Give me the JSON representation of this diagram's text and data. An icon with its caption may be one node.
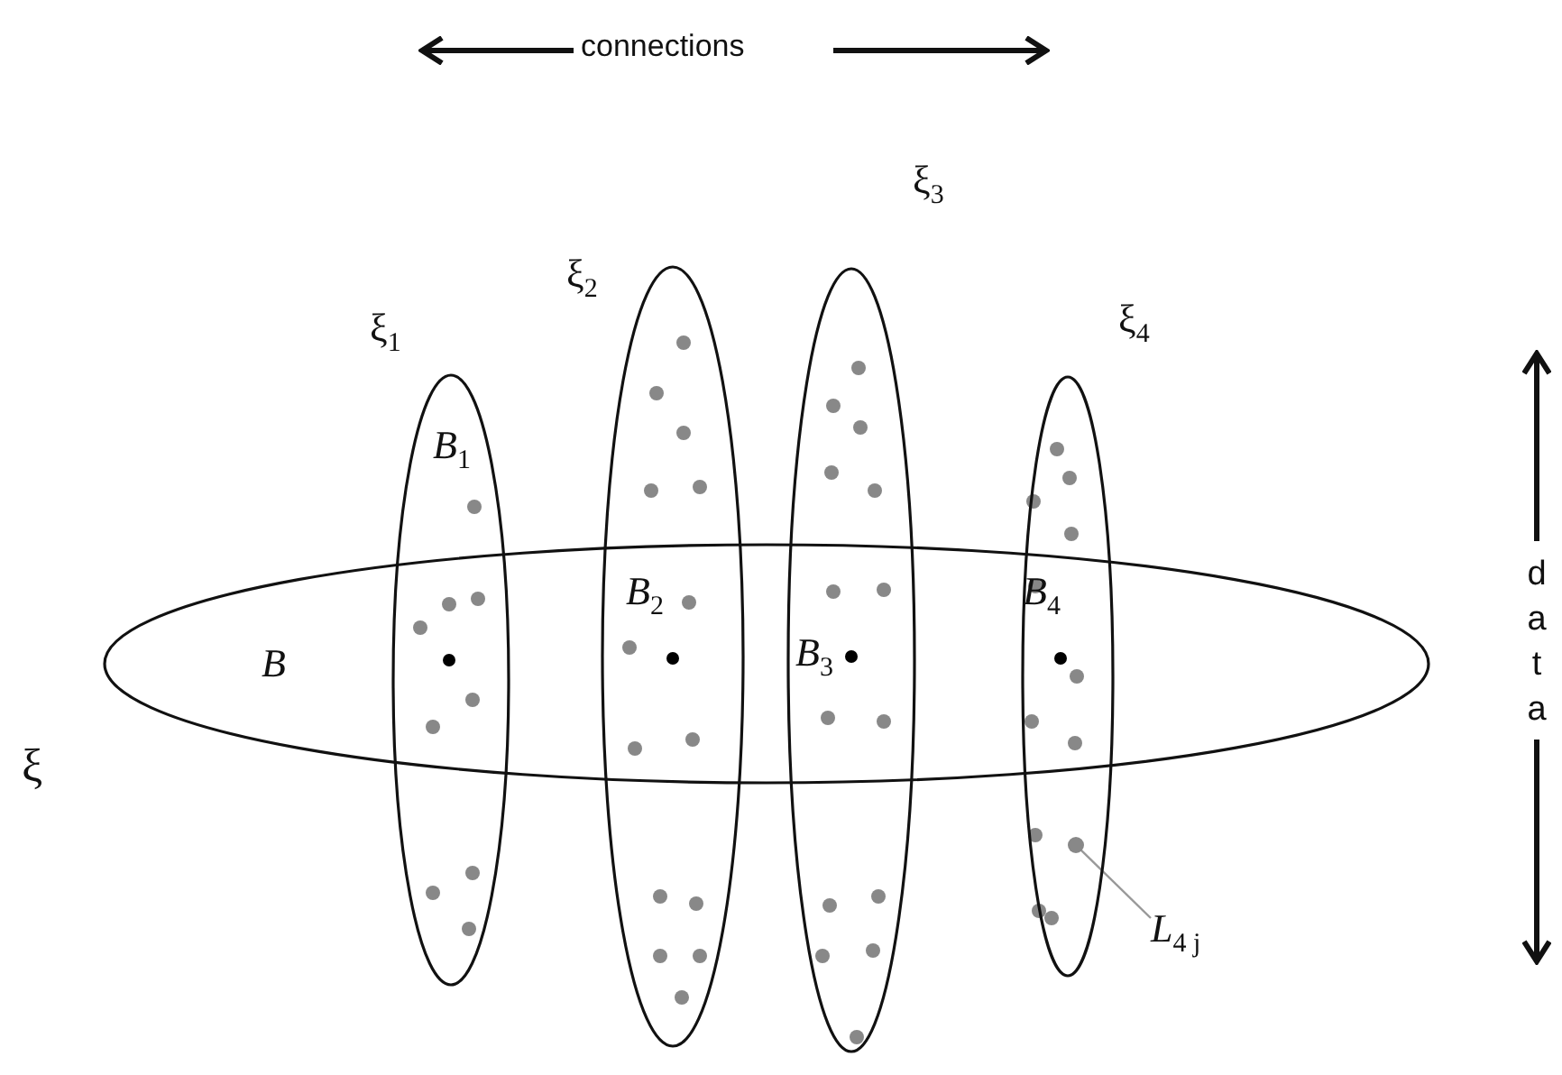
{
  "diagram": {
    "nodes": [
      {
        "text": [
          "ξ$_{1}$",
          "*B*$_{1}$"
        ]
      },
      {
        "text": [
          "ξ$_{2}$",
          "*B*$_{2}$"
        ]
      },
      {
        "text": [
          "ξ$_{3}$",
          "*B*$_{3}$"
        ]
      },
      {
        "text": [
          "ξ$_{4}$",
          "*B*$_{4}$"
        ]
      },
      {
        "text": [
          "*B*"
        ]
      },
      {
        "text": [
          "*L*$_{4 j}$"
        ]
      },
      {
        "text": [],
        "shape": "circle",
        "in": 3
      }
    ],
    "edges": [
      {
        "from": 5,
        "to": 6,
        "arrow": "none"
      }
    ],
    "labels": [
      "connections",
      "data",
      "ξ"
    ]
  }
}
